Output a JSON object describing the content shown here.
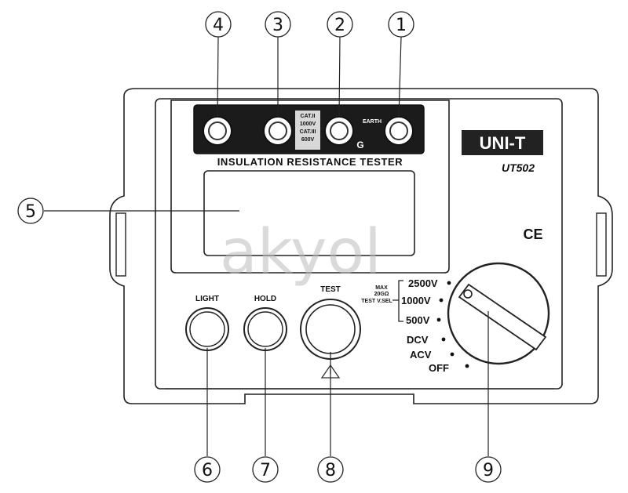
{
  "device": {
    "brand": "UNI-T",
    "model": "UT502",
    "title": "INSULATION RESISTANCE TESTER",
    "ce_mark": "CE",
    "watermark": "akyol"
  },
  "terminals": {
    "cat2": "CAT.II",
    "v1000": "1000V",
    "cat3": "CAT.III",
    "v600": "600V",
    "earth": "EARTH",
    "guard": "G"
  },
  "buttons": {
    "light": "LIGHT",
    "hold": "HOLD",
    "test": "TEST"
  },
  "dial": {
    "max_line1": "MAX",
    "max_line2": "20GΩ",
    "test_vsel": "TEST V.SEL",
    "positions": [
      "2500V",
      "1000V",
      "500V",
      "DCV",
      "ACV",
      "OFF"
    ]
  },
  "callouts": [
    "1",
    "2",
    "3",
    "4",
    "5",
    "6",
    "7",
    "8",
    "9"
  ]
}
